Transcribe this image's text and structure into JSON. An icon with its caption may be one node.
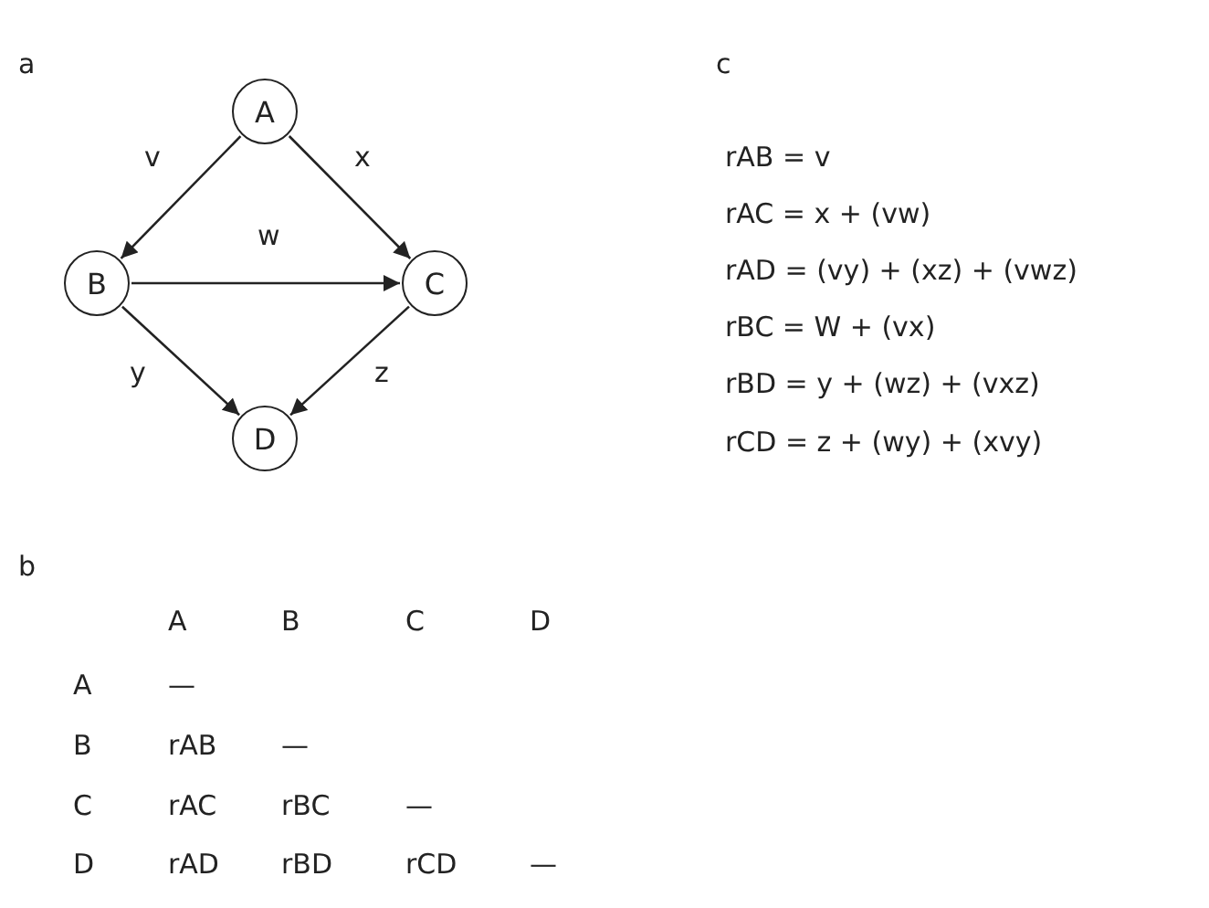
{
  "diagram": {
    "nodes": [
      {
        "text": [
          "A"
        ]
      },
      {
        "text": [
          "B"
        ]
      },
      {
        "text": [
          "C"
        ]
      },
      {
        "text": [
          "D"
        ]
      }
    ],
    "edges": [
      {
        "from": 0,
        "to": 1,
        "arrow": "to",
        "label": "v"
      },
      {
        "from": 0,
        "to": 2,
        "arrow": "to",
        "label": "x"
      },
      {
        "from": 1,
        "to": 2,
        "arrow": "to",
        "label": "w"
      },
      {
        "from": 1,
        "to": 3,
        "arrow": "to",
        "label": "y"
      },
      {
        "from": 2,
        "to": 3,
        "arrow": "to",
        "label": "z"
      }
    ],
    "labels": [
      "a",
      "c",
      "rAB = v",
      "rAC = x + (vw)",
      "rAD = (vy) + (xz) + (vwz)",
      "rBC = W + (vx)",
      "rBD = y + (wz) + (vxz)",
      "rCD = z + (wy) + (xvy)",
      "b",
      "A",
      "B",
      "C",
      "D",
      "A",
      "—",
      "B",
      "rAB",
      "—",
      "C",
      "rAC",
      "rBC",
      "—",
      "D",
      "rAD",
      "rBD",
      "rCD",
      "—"
    ]
  }
}
